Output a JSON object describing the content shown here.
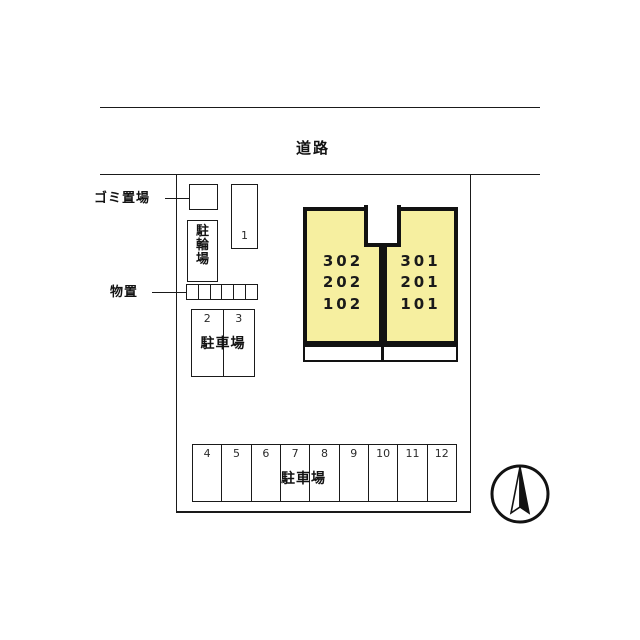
{
  "diagram": {
    "kind": "property-site-plan",
    "language": "ja",
    "road_label": "道路",
    "colors": {
      "building_fill": "#f6efa0",
      "outline": "#1a1a1a",
      "background": "#ffffff"
    }
  },
  "callouts": {
    "garbage": "ゴミ置場",
    "storage": "物置"
  },
  "bicycle_parking": {
    "chars": [
      "駐",
      "輪",
      "場"
    ]
  },
  "building": {
    "left_wing": {
      "rooms": [
        "302",
        "202",
        "102"
      ]
    },
    "right_wing": {
      "rooms": [
        "301",
        "201",
        "101"
      ]
    }
  },
  "parking": {
    "single_space": {
      "number": "1"
    },
    "upper_lot": {
      "label": "駐車場",
      "numbers": [
        "2",
        "3"
      ]
    },
    "lower_lot": {
      "label": "駐車場",
      "numbers": [
        "4",
        "5",
        "6",
        "7",
        "8",
        "9",
        "10",
        "11",
        "12"
      ]
    }
  },
  "storage_units": {
    "count": 6
  },
  "compass": {
    "name": "north-arrow"
  }
}
